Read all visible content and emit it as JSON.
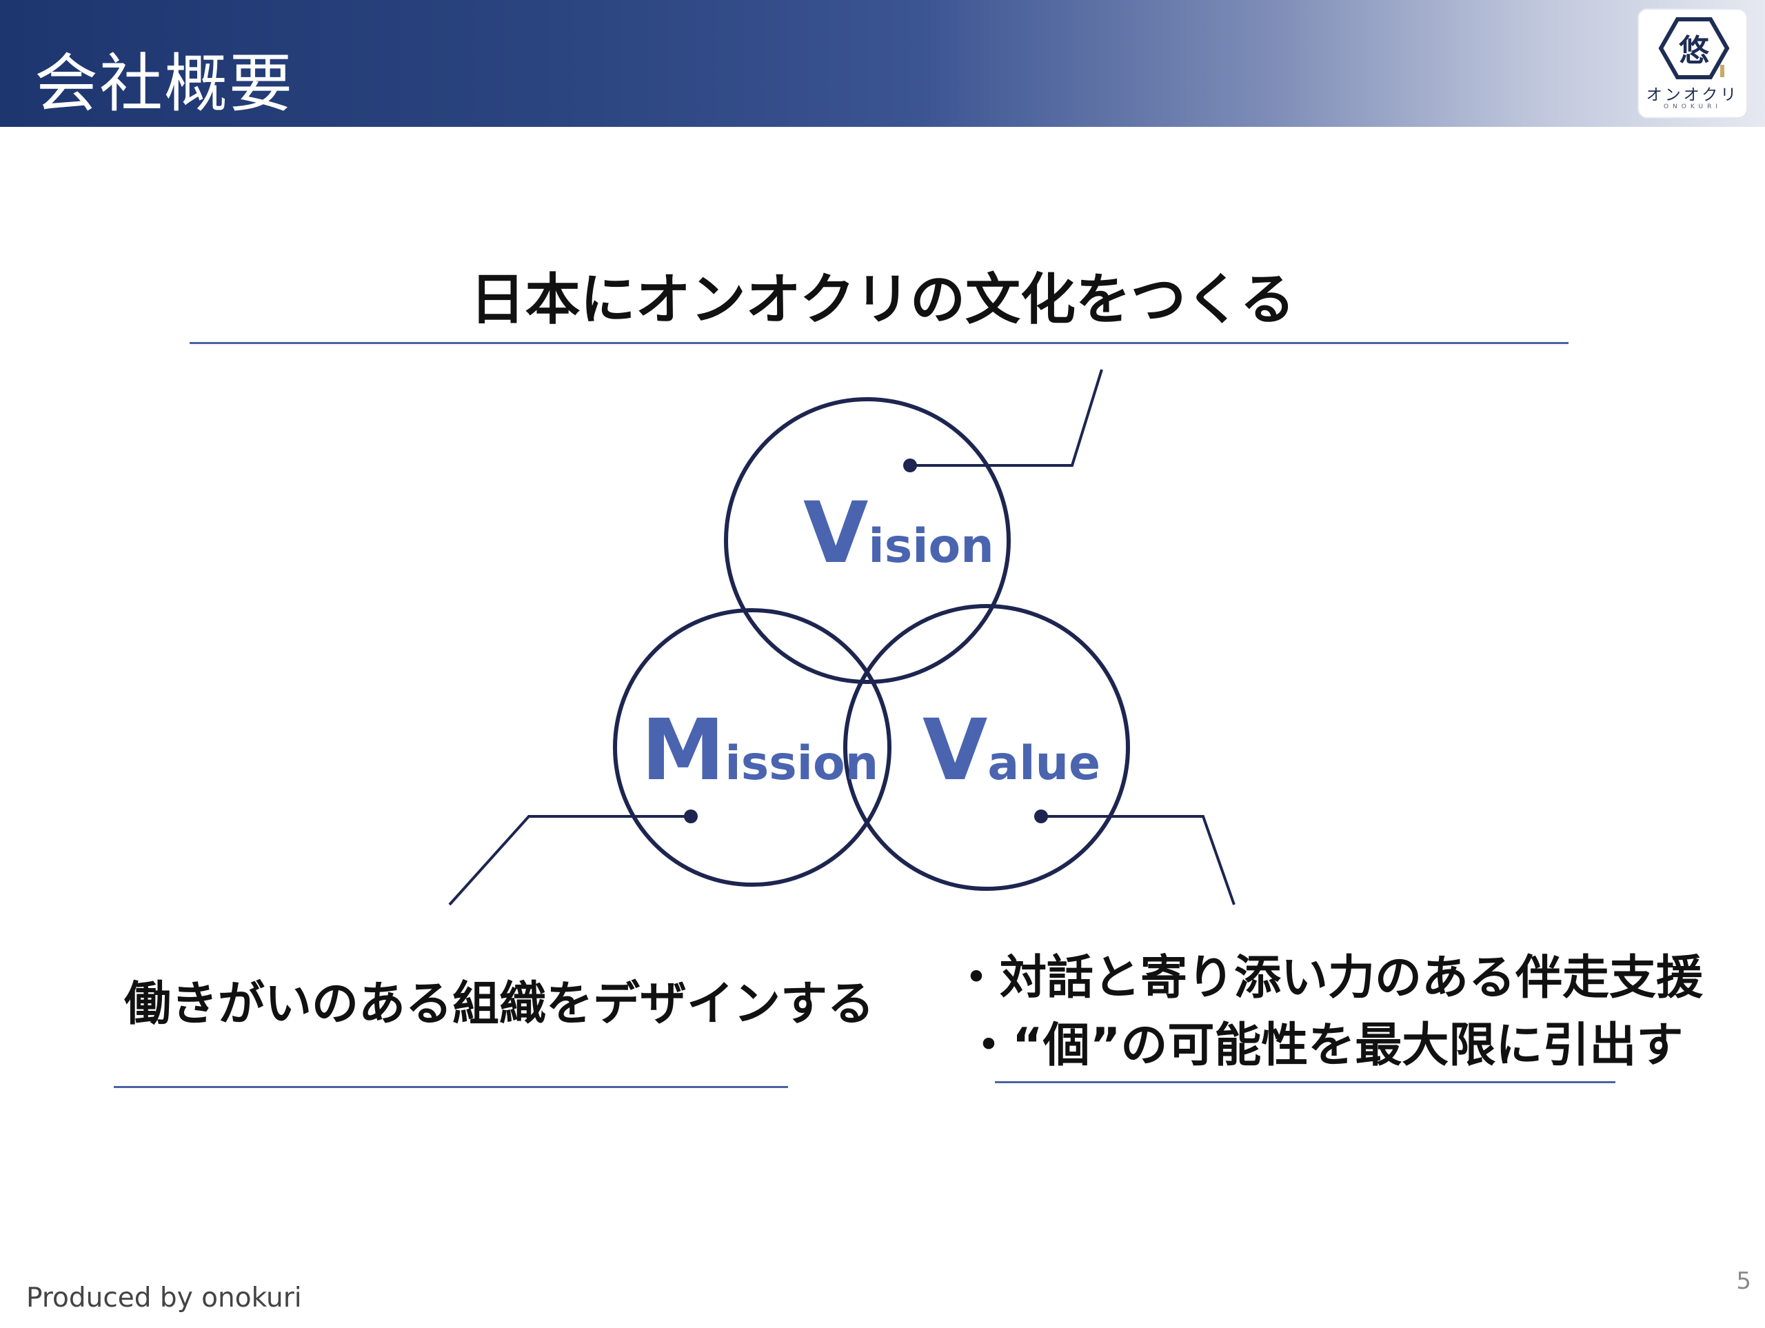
{
  "header": {
    "title": "会社概要"
  },
  "logo": {
    "mark_char": "悠",
    "name_jp": "オンオクリ",
    "name_en": "ONOKURI"
  },
  "vision_statement": "日本にオンオクリの文化をつくる",
  "diagram": {
    "vision": {
      "initial": "V",
      "rest": "ision"
    },
    "mission": {
      "initial": "M",
      "rest": "ission"
    },
    "value": {
      "initial": "V",
      "rest": "alue"
    }
  },
  "mission_statement": "働きがいのある組織をデザインする",
  "value_statements": [
    "・対話と寄り添い力のある伴走支援",
    "・“個”の可能性を最大限に引出す"
  ],
  "footer": {
    "credit": "Produced by onokuri",
    "page_number": "5"
  },
  "colors": {
    "accent_blue": "#4a64b0",
    "circle_navy": "#1d2550",
    "rule_blue": "#4b63a4"
  }
}
